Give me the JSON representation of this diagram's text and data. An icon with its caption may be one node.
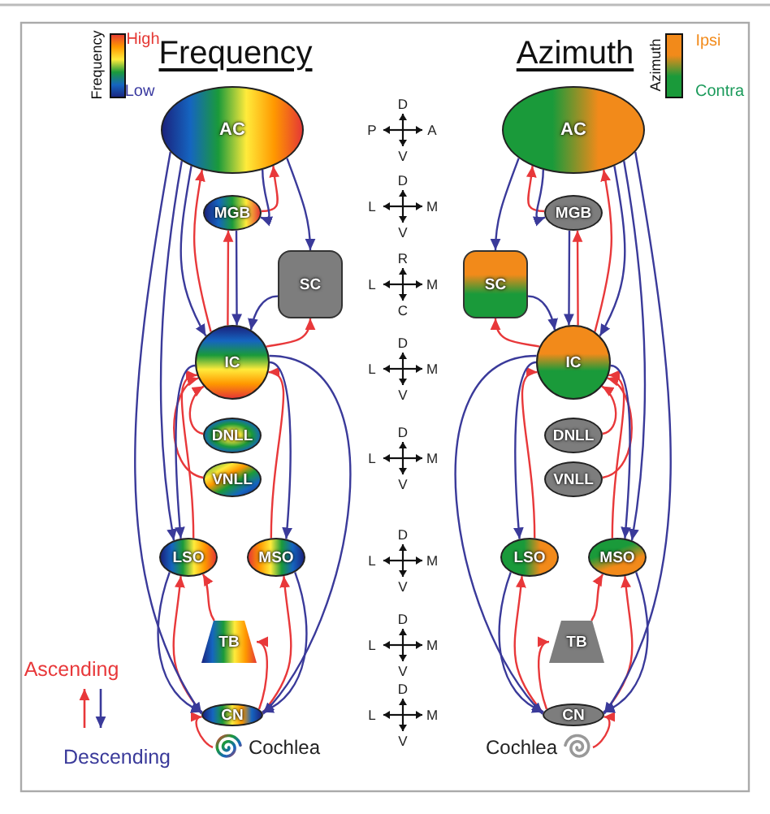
{
  "diagram": {
    "nodes": [
      {
        "text": [
          "AC"
        ]
      },
      {
        "text": [
          "MGB"
        ]
      },
      {
        "text": [
          "SC"
        ]
      },
      {
        "text": [
          "IC"
        ]
      },
      {
        "text": [
          "DNLL"
        ]
      },
      {
        "text": [
          "VNLL"
        ]
      },
      {
        "text": [
          "LSO"
        ]
      },
      {
        "text": [
          "MSO"
        ]
      },
      {
        "text": [
          "TB"
        ]
      },
      {
        "text": [
          "CN"
        ]
      },
      {
        "text": [
          "Cochlea"
        ]
      },
      {
        "text": [
          "AC"
        ]
      },
      {
        "text": [
          "MGB"
        ]
      },
      {
        "text": [
          "SC"
        ]
      },
      {
        "text": [
          "IC"
        ]
      },
      {
        "text": [
          "DNLL"
        ]
      },
      {
        "text": [
          "VNLL"
        ]
      },
      {
        "text": [
          "LSO"
        ]
      },
      {
        "text": [
          "MSO"
        ]
      },
      {
        "text": [
          "TB"
        ]
      },
      {
        "text": [
          "CN"
        ]
      },
      {
        "text": [
          "Cochlea"
        ]
      }
    ],
    "edges": [
      {
        "from": 3,
        "to": 0,
        "arrow": "to",
        "color": "#e8383a"
      },
      {
        "from": 3,
        "to": 1,
        "arrow": "to",
        "color": "#e8383a"
      },
      {
        "from": 1,
        "to": 0,
        "arrow": "to",
        "color": "#e8383a"
      },
      {
        "from": 3,
        "to": 2,
        "arrow": "to",
        "color": "#e8383a"
      },
      {
        "from": 4,
        "to": 3,
        "arrow": "to",
        "color": "#e8383a"
      },
      {
        "from": 5,
        "to": 3,
        "arrow": "to",
        "color": "#e8383a"
      },
      {
        "from": 6,
        "to": 3,
        "arrow": "to",
        "color": "#e8383a"
      },
      {
        "from": 7,
        "to": 3,
        "arrow": "to",
        "color": "#e8383a"
      },
      {
        "from": 9,
        "to": 6,
        "arrow": "to",
        "color": "#e8383a"
      },
      {
        "from": 9,
        "to": 7,
        "arrow": "to",
        "color": "#e8383a"
      },
      {
        "from": 9,
        "to": 8,
        "arrow": "to",
        "color": "#e8383a"
      },
      {
        "from": 8,
        "to": 6,
        "arrow": "to",
        "color": "#e8383a"
      },
      {
        "from": 10,
        "to": 9,
        "arrow": "to",
        "color": "#e8383a"
      },
      {
        "from": 0,
        "to": 3,
        "arrow": "to",
        "color": "#3a3a9a"
      },
      {
        "from": 1,
        "to": 3,
        "arrow": "to",
        "color": "#3a3a9a"
      },
      {
        "from": 0,
        "to": 1,
        "arrow": "to",
        "color": "#3a3a9a"
      },
      {
        "from": 0,
        "to": 2,
        "arrow": "to",
        "color": "#3a3a9a"
      },
      {
        "from": 2,
        "to": 3,
        "arrow": "to",
        "color": "#3a3a9a"
      },
      {
        "from": 0,
        "to": 6,
        "arrow": "to",
        "color": "#3a3a9a"
      },
      {
        "from": 0,
        "to": 9,
        "arrow": "to",
        "color": "#3a3a9a"
      },
      {
        "from": 3,
        "to": 6,
        "arrow": "to",
        "color": "#3a3a9a"
      },
      {
        "from": 3,
        "to": 7,
        "arrow": "to",
        "color": "#3a3a9a"
      },
      {
        "from": 3,
        "to": 9,
        "arrow": "to",
        "color": "#3a3a9a"
      },
      {
        "from": 6,
        "to": 9,
        "arrow": "to",
        "color": "#3a3a9a"
      },
      {
        "from": 7,
        "to": 9,
        "arrow": "to",
        "color": "#3a3a9a"
      },
      {
        "from": 14,
        "to": 11,
        "arrow": "to",
        "color": "#e8383a"
      },
      {
        "from": 14,
        "to": 12,
        "arrow": "to",
        "color": "#e8383a"
      },
      {
        "from": 12,
        "to": 11,
        "arrow": "to",
        "color": "#e8383a"
      },
      {
        "from": 14,
        "to": 13,
        "arrow": "to",
        "color": "#e8383a"
      },
      {
        "from": 15,
        "to": 14,
        "arrow": "to",
        "color": "#e8383a"
      },
      {
        "from": 16,
        "to": 14,
        "arrow": "to",
        "color": "#e8383a"
      },
      {
        "from": 18,
        "to": 14,
        "arrow": "to",
        "color": "#e8383a"
      },
      {
        "from": 17,
        "to": 14,
        "arrow": "to",
        "color": "#e8383a"
      },
      {
        "from": 20,
        "to": 18,
        "arrow": "to",
        "color": "#e8383a"
      },
      {
        "from": 20,
        "to": 17,
        "arrow": "to",
        "color": "#e8383a"
      },
      {
        "from": 20,
        "to": 19,
        "arrow": "to",
        "color": "#e8383a"
      },
      {
        "from": 19,
        "to": 18,
        "arrow": "to",
        "color": "#e8383a"
      },
      {
        "from": 21,
        "to": 20,
        "arrow": "to",
        "color": "#e8383a"
      },
      {
        "from": 11,
        "to": 14,
        "arrow": "to",
        "color": "#3a3a9a"
      },
      {
        "from": 12,
        "to": 14,
        "arrow": "to",
        "color": "#3a3a9a"
      },
      {
        "from": 11,
        "to": 12,
        "arrow": "to",
        "color": "#3a3a9a"
      },
      {
        "from": 11,
        "to": 13,
        "arrow": "to",
        "color": "#3a3a9a"
      },
      {
        "from": 13,
        "to": 14,
        "arrow": "to",
        "color": "#3a3a9a"
      },
      {
        "from": 11,
        "to": 18,
        "arrow": "to",
        "color": "#3a3a9a"
      },
      {
        "from": 11,
        "to": 20,
        "arrow": "to",
        "color": "#3a3a9a"
      },
      {
        "from": 14,
        "to": 18,
        "arrow": "to",
        "color": "#3a3a9a"
      },
      {
        "from": 14,
        "to": 17,
        "arrow": "to",
        "color": "#3a3a9a"
      },
      {
        "from": 14,
        "to": 20,
        "arrow": "to",
        "color": "#3a3a9a"
      },
      {
        "from": 18,
        "to": 20,
        "arrow": "to",
        "color": "#3a3a9a"
      },
      {
        "from": 17,
        "to": 20,
        "arrow": "to",
        "color": "#3a3a9a"
      }
    ],
    "labels": [
      "Frequency",
      "High",
      "Low",
      "Frequency",
      "Azimuth",
      "Azimuth",
      "Ipsi",
      "Contra",
      "D",
      "P",
      "A",
      "V",
      "D",
      "L",
      "M",
      "V",
      "R",
      "L",
      "M",
      "C",
      "D",
      "L",
      "M",
      "V",
      "D",
      "L",
      "M",
      "V",
      "D",
      "L",
      "M",
      "V",
      "D",
      "L",
      "M",
      "V",
      "D",
      "L",
      "M",
      "V"
    ],
    "legend": [
      {
        "text": "Ascending"
      },
      {
        "text": "Descending"
      }
    ]
  }
}
